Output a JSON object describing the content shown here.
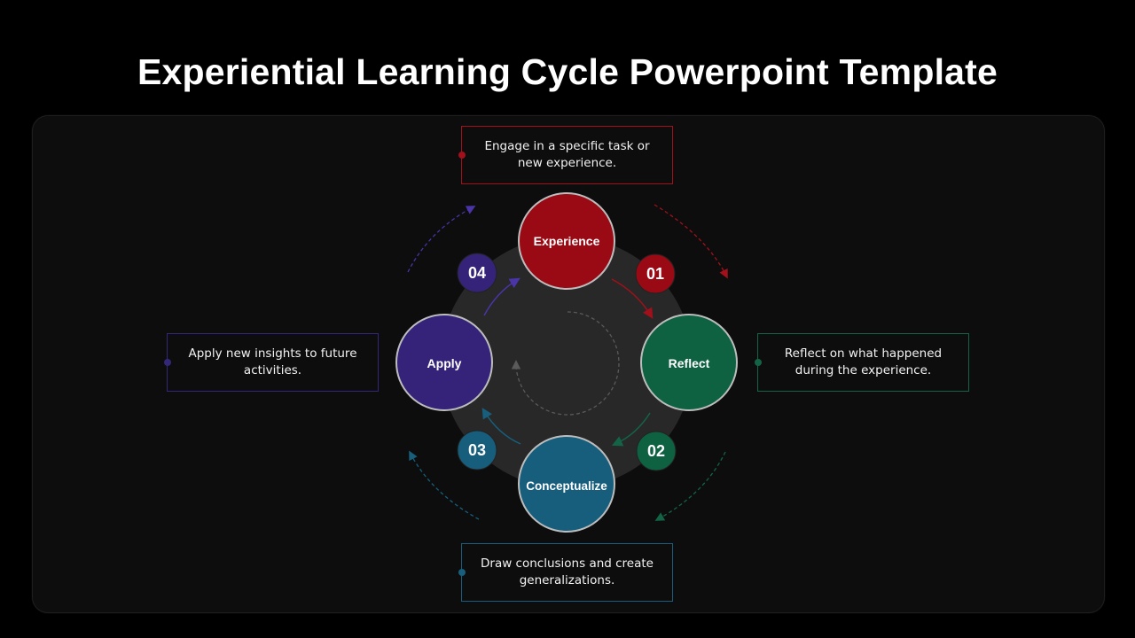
{
  "title": "Experiential Learning Cycle Powerpoint Template",
  "colors": {
    "experience": "#9a0a15",
    "reflect": "#0e6242",
    "conceptualize": "#175e7d",
    "apply": "#35237a",
    "hub": "#2a2a2a"
  },
  "stages": [
    {
      "key": "experience",
      "label": "Experience",
      "number": "01",
      "description": "Engage in a specific task or new experience."
    },
    {
      "key": "reflect",
      "label": "Reflect",
      "number": "02",
      "description": "Reflect on what happened during the experience."
    },
    {
      "key": "conceptualize",
      "label": "Conceptualize",
      "number": "03",
      "description": "Draw conclusions and create generalizations."
    },
    {
      "key": "apply",
      "label": "Apply",
      "number": "04",
      "description": "Apply new insights to future activities."
    }
  ]
}
